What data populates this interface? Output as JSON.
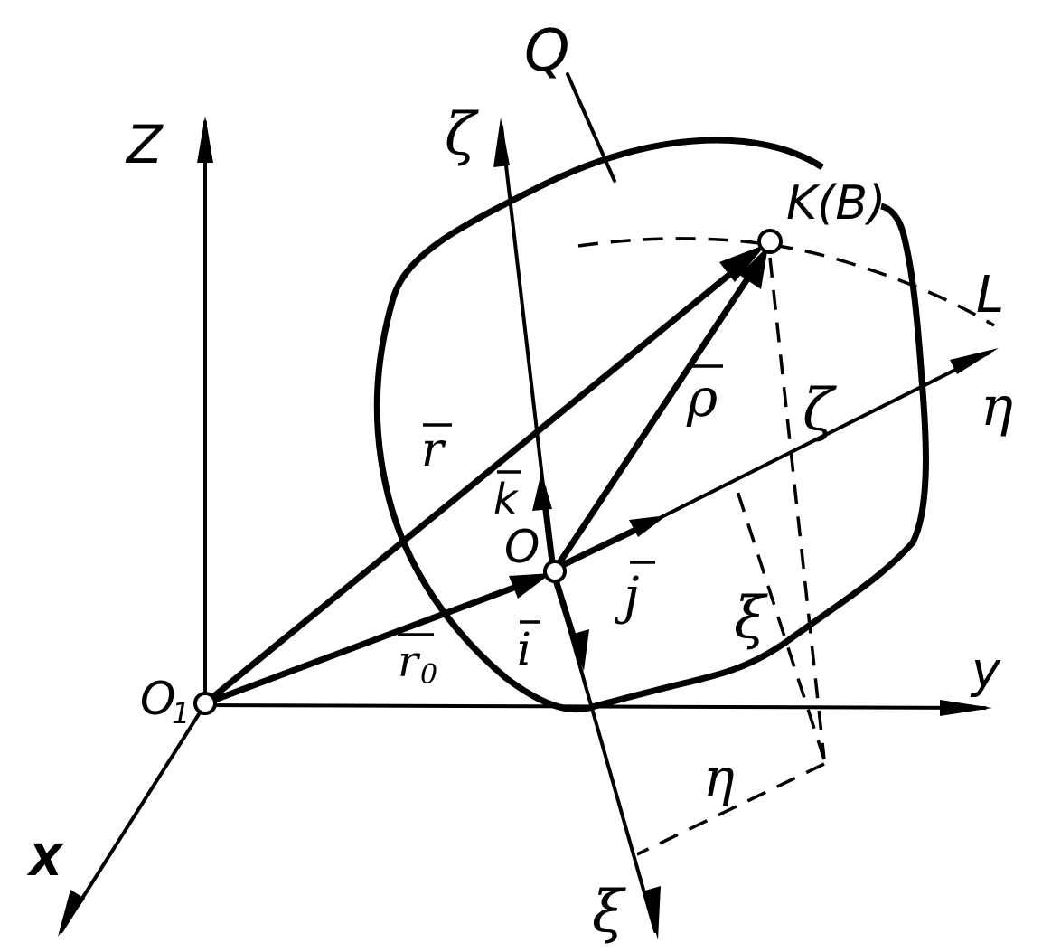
{
  "labels": {
    "body": "Q",
    "axis_z": "Z",
    "axis_y": "y",
    "axis_x": "X",
    "origin_fixed": "O",
    "origin_fixed_sub": "1",
    "origin_moving": "O",
    "point": "K(B)",
    "path": "L",
    "axis_zeta": "ζ",
    "axis_eta": "η",
    "axis_xi": "ξ",
    "coord_zeta": "ζ",
    "coord_xi": "ξ",
    "coord_eta": "η",
    "vec_r": "r",
    "vec_r0": "r",
    "vec_r0_sub": "0",
    "vec_rho": "ρ",
    "vec_i": "i",
    "vec_j": "j",
    "vec_k": "k"
  }
}
